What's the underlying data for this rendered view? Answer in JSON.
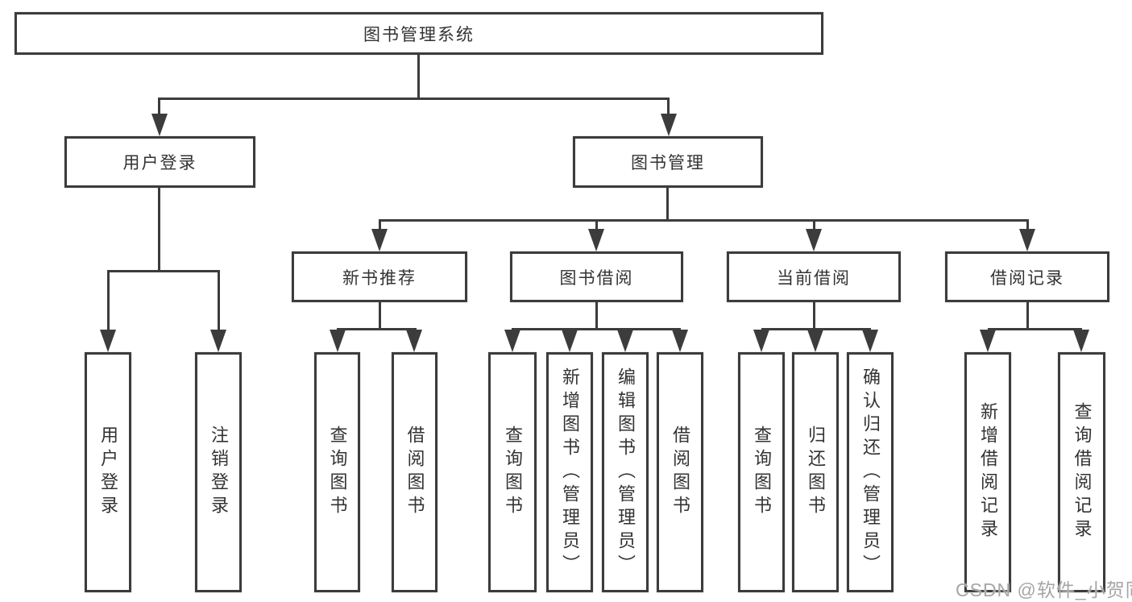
{
  "nodes": {
    "root": "图书管理系统",
    "user_login": "用户登录",
    "book_mgmt": "图书管理",
    "new_book_rec": "新书推荐",
    "book_borrow": "图书借阅",
    "current_borrow": "当前借阅",
    "borrow_records": "借阅记录",
    "ul_user_login": "用户登录",
    "ul_logout": "注销登录",
    "nb_query_book": "查询图书",
    "nb_borrow_book": "借阅图书",
    "bb_query_book": "查询图书",
    "bb_add_book": "新增图书（管理员）",
    "bb_edit_book": "编辑图书（管理员）",
    "bb_borrow_book": "借阅图书",
    "cb_query_book": "查询图书",
    "cb_return_book": "归还图书",
    "cb_confirm_return": "确认归还（管理员）",
    "br_add_record": "新增借阅记录",
    "br_query_record": "查询借阅记录"
  },
  "watermark": "CSDN @软件_小贺同学",
  "colors": {
    "line": "#3c3c3c",
    "text": "#333333",
    "watermark": "#a6a6a6",
    "background": "#ffffff"
  }
}
